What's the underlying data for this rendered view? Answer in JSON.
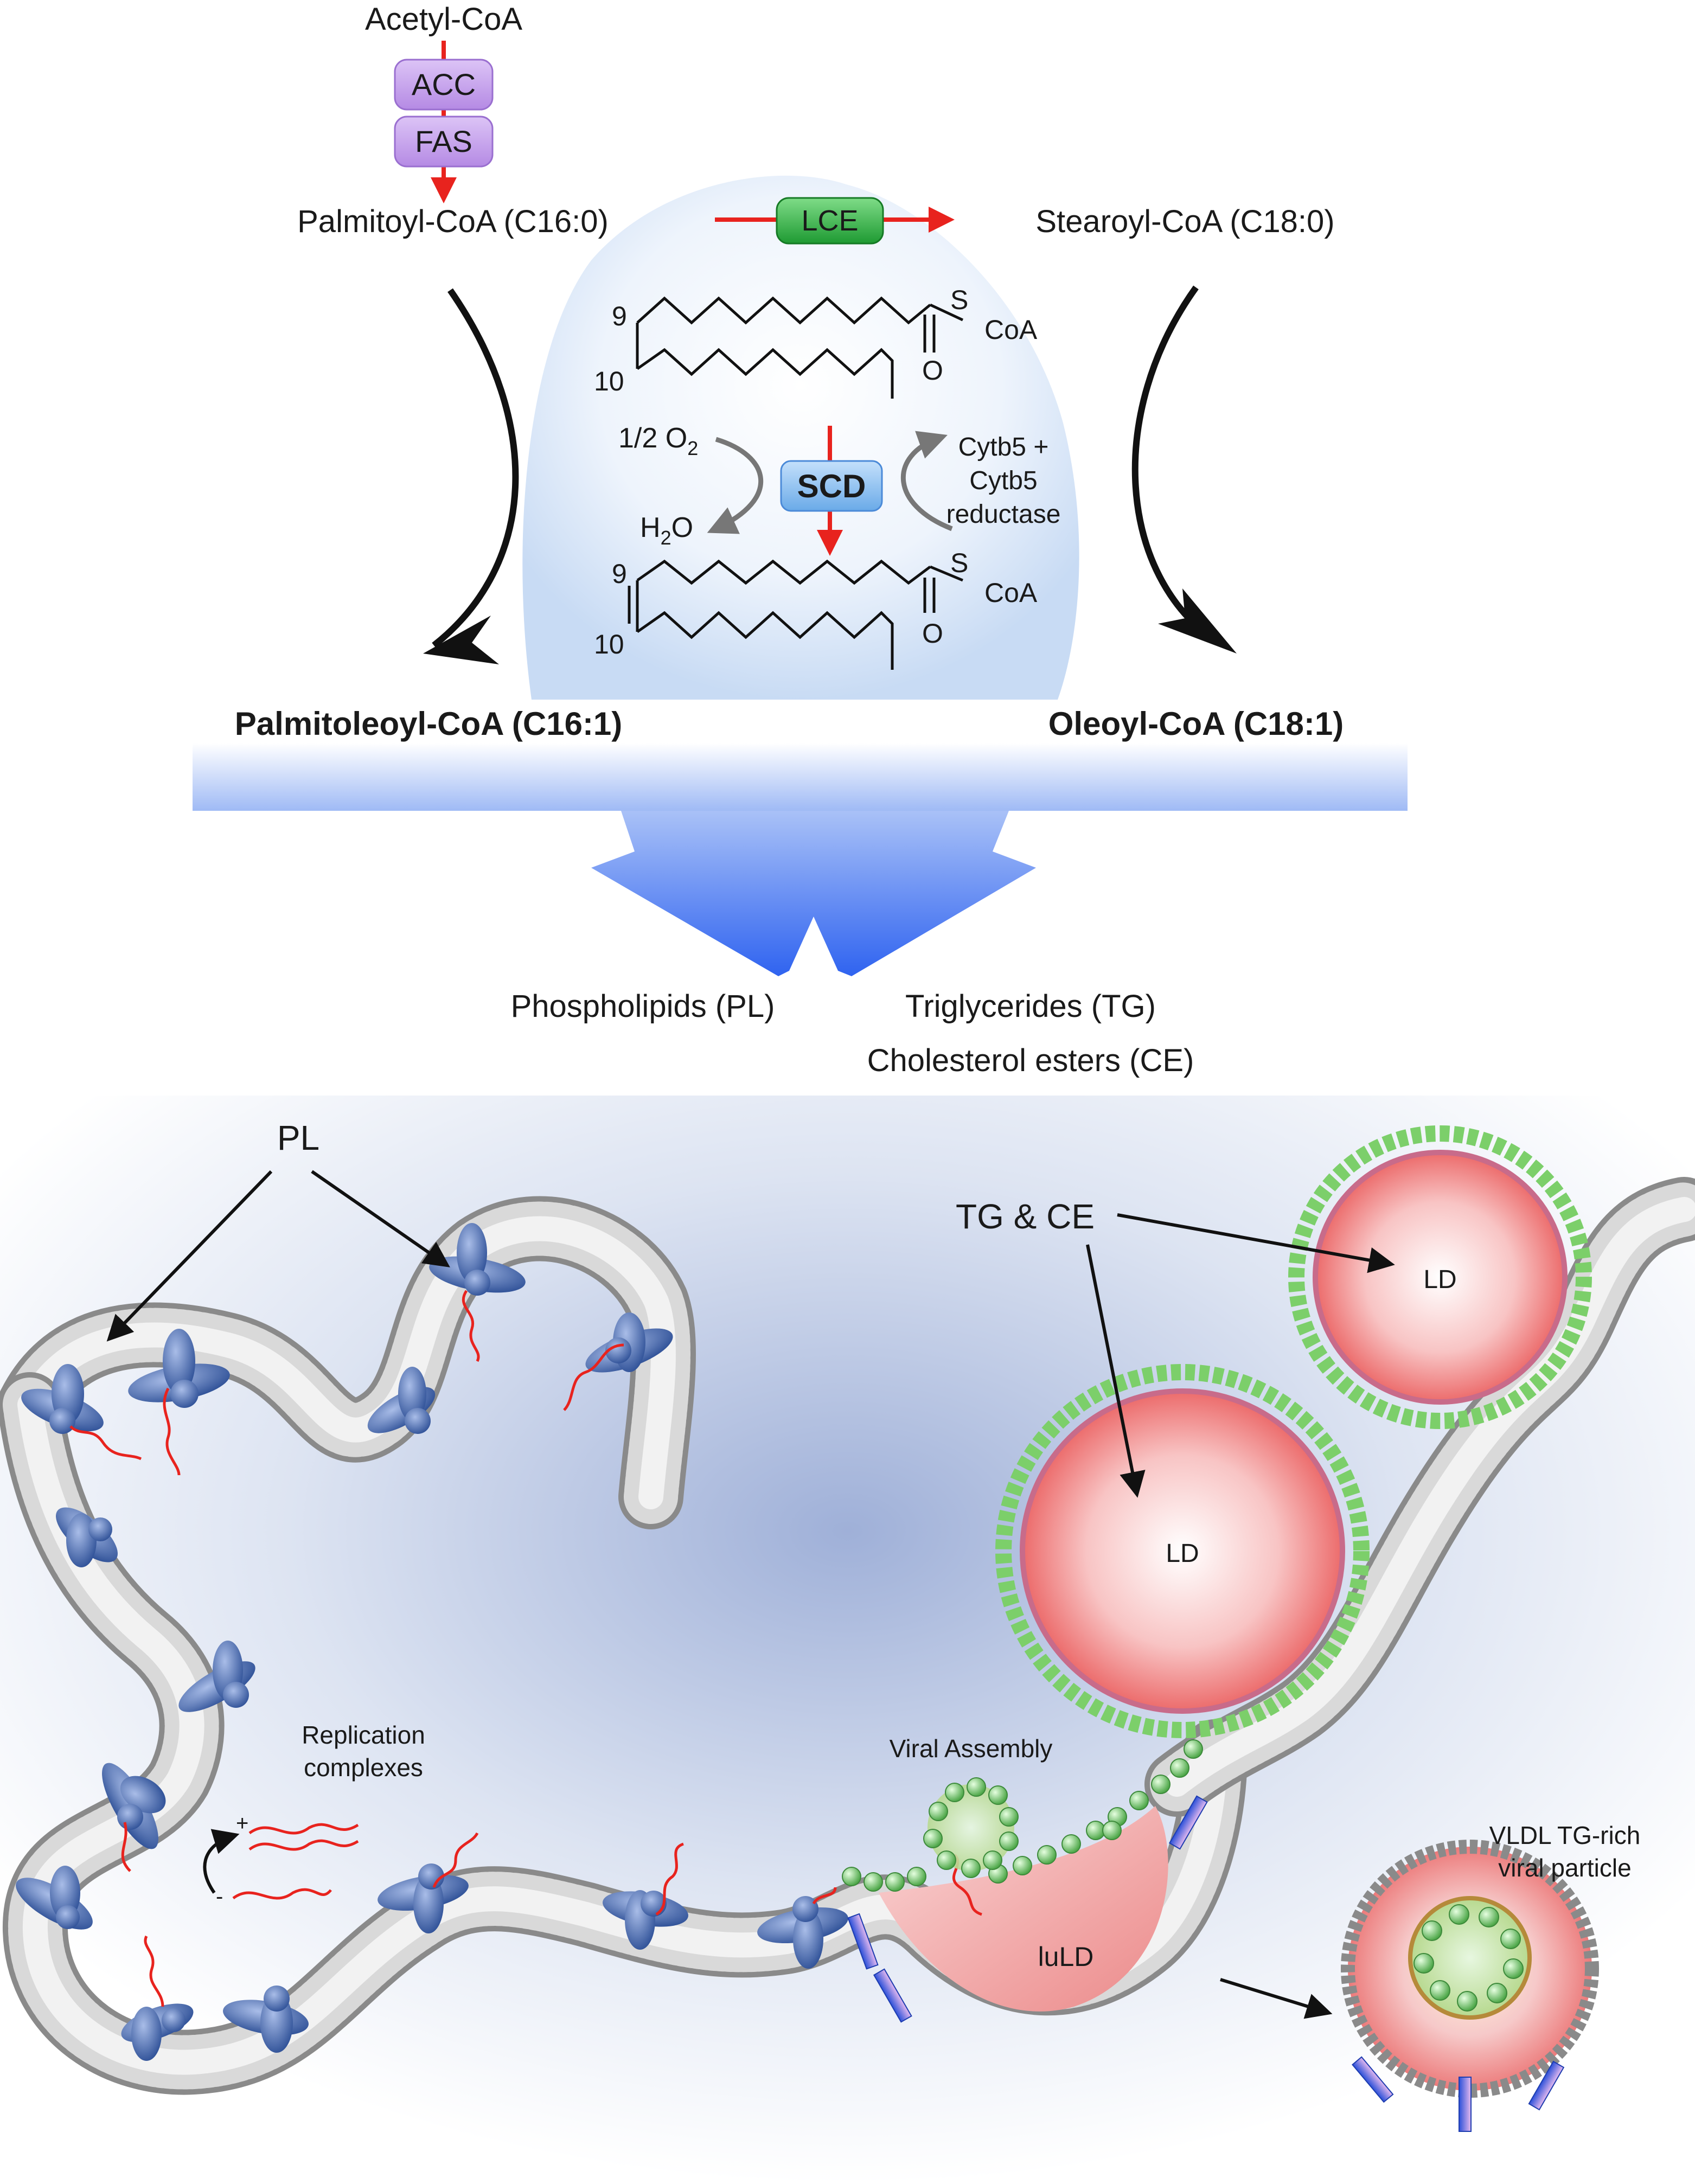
{
  "pathway": {
    "acetyl_coa": "Acetyl-CoA",
    "acc": "ACC",
    "fas": "FAS",
    "palmitoyl": "Palmitoyl-CoA (C16:0)",
    "lce": "LCE",
    "stearoyl": "Stearoyl-CoA (C18:0)",
    "top_chain_9": "9",
    "top_chain_10": "10",
    "top_s": "S",
    "top_coa": "CoA",
    "top_o": "O",
    "half_o2": "1/2  O",
    "o2_sub": "2",
    "scd": "SCD",
    "cytb5_line1": "Cytb5 +",
    "cytb5_line2": "Cytb5",
    "cytb5_line3": "reductase",
    "h2o_h": "H",
    "h2o_sub": "2",
    "h2o_o": "O",
    "bot_chain_9": "9",
    "bot_chain_10": "10",
    "bot_s": "S",
    "bot_coa": "CoA",
    "bot_o": "O",
    "palmitoleoyl": "Palmitoleoyl-CoA (C16:1)",
    "oleoyl": "Oleoyl-CoA (C18:1)",
    "phospholipids": "Phospholipids (PL)",
    "triglycerides": "Triglycerides (TG)",
    "cholesterol": "Cholesterol esters (CE)"
  },
  "cell": {
    "pl": "PL",
    "tg_ce": "TG & CE",
    "ld_small": "LD",
    "ld_large": "LD",
    "replication_line1": "Replication",
    "replication_line2": "complexes",
    "plus_sign": "+",
    "minus_sign": "-",
    "viral_assembly": "Viral Assembly",
    "luld": "luLD",
    "vldl_line1": "VLDL TG-rich",
    "vldl_line2": "viral particle"
  },
  "colors": {
    "red_arrow": "#e8231e",
    "enzyme_purple": "#c9a6ee",
    "enzyme_green": "#3bb54a",
    "scd_blue": "#8fc1f0",
    "protein_blue": "#3a5fa8",
    "green_bead": "#7ccf6a"
  }
}
